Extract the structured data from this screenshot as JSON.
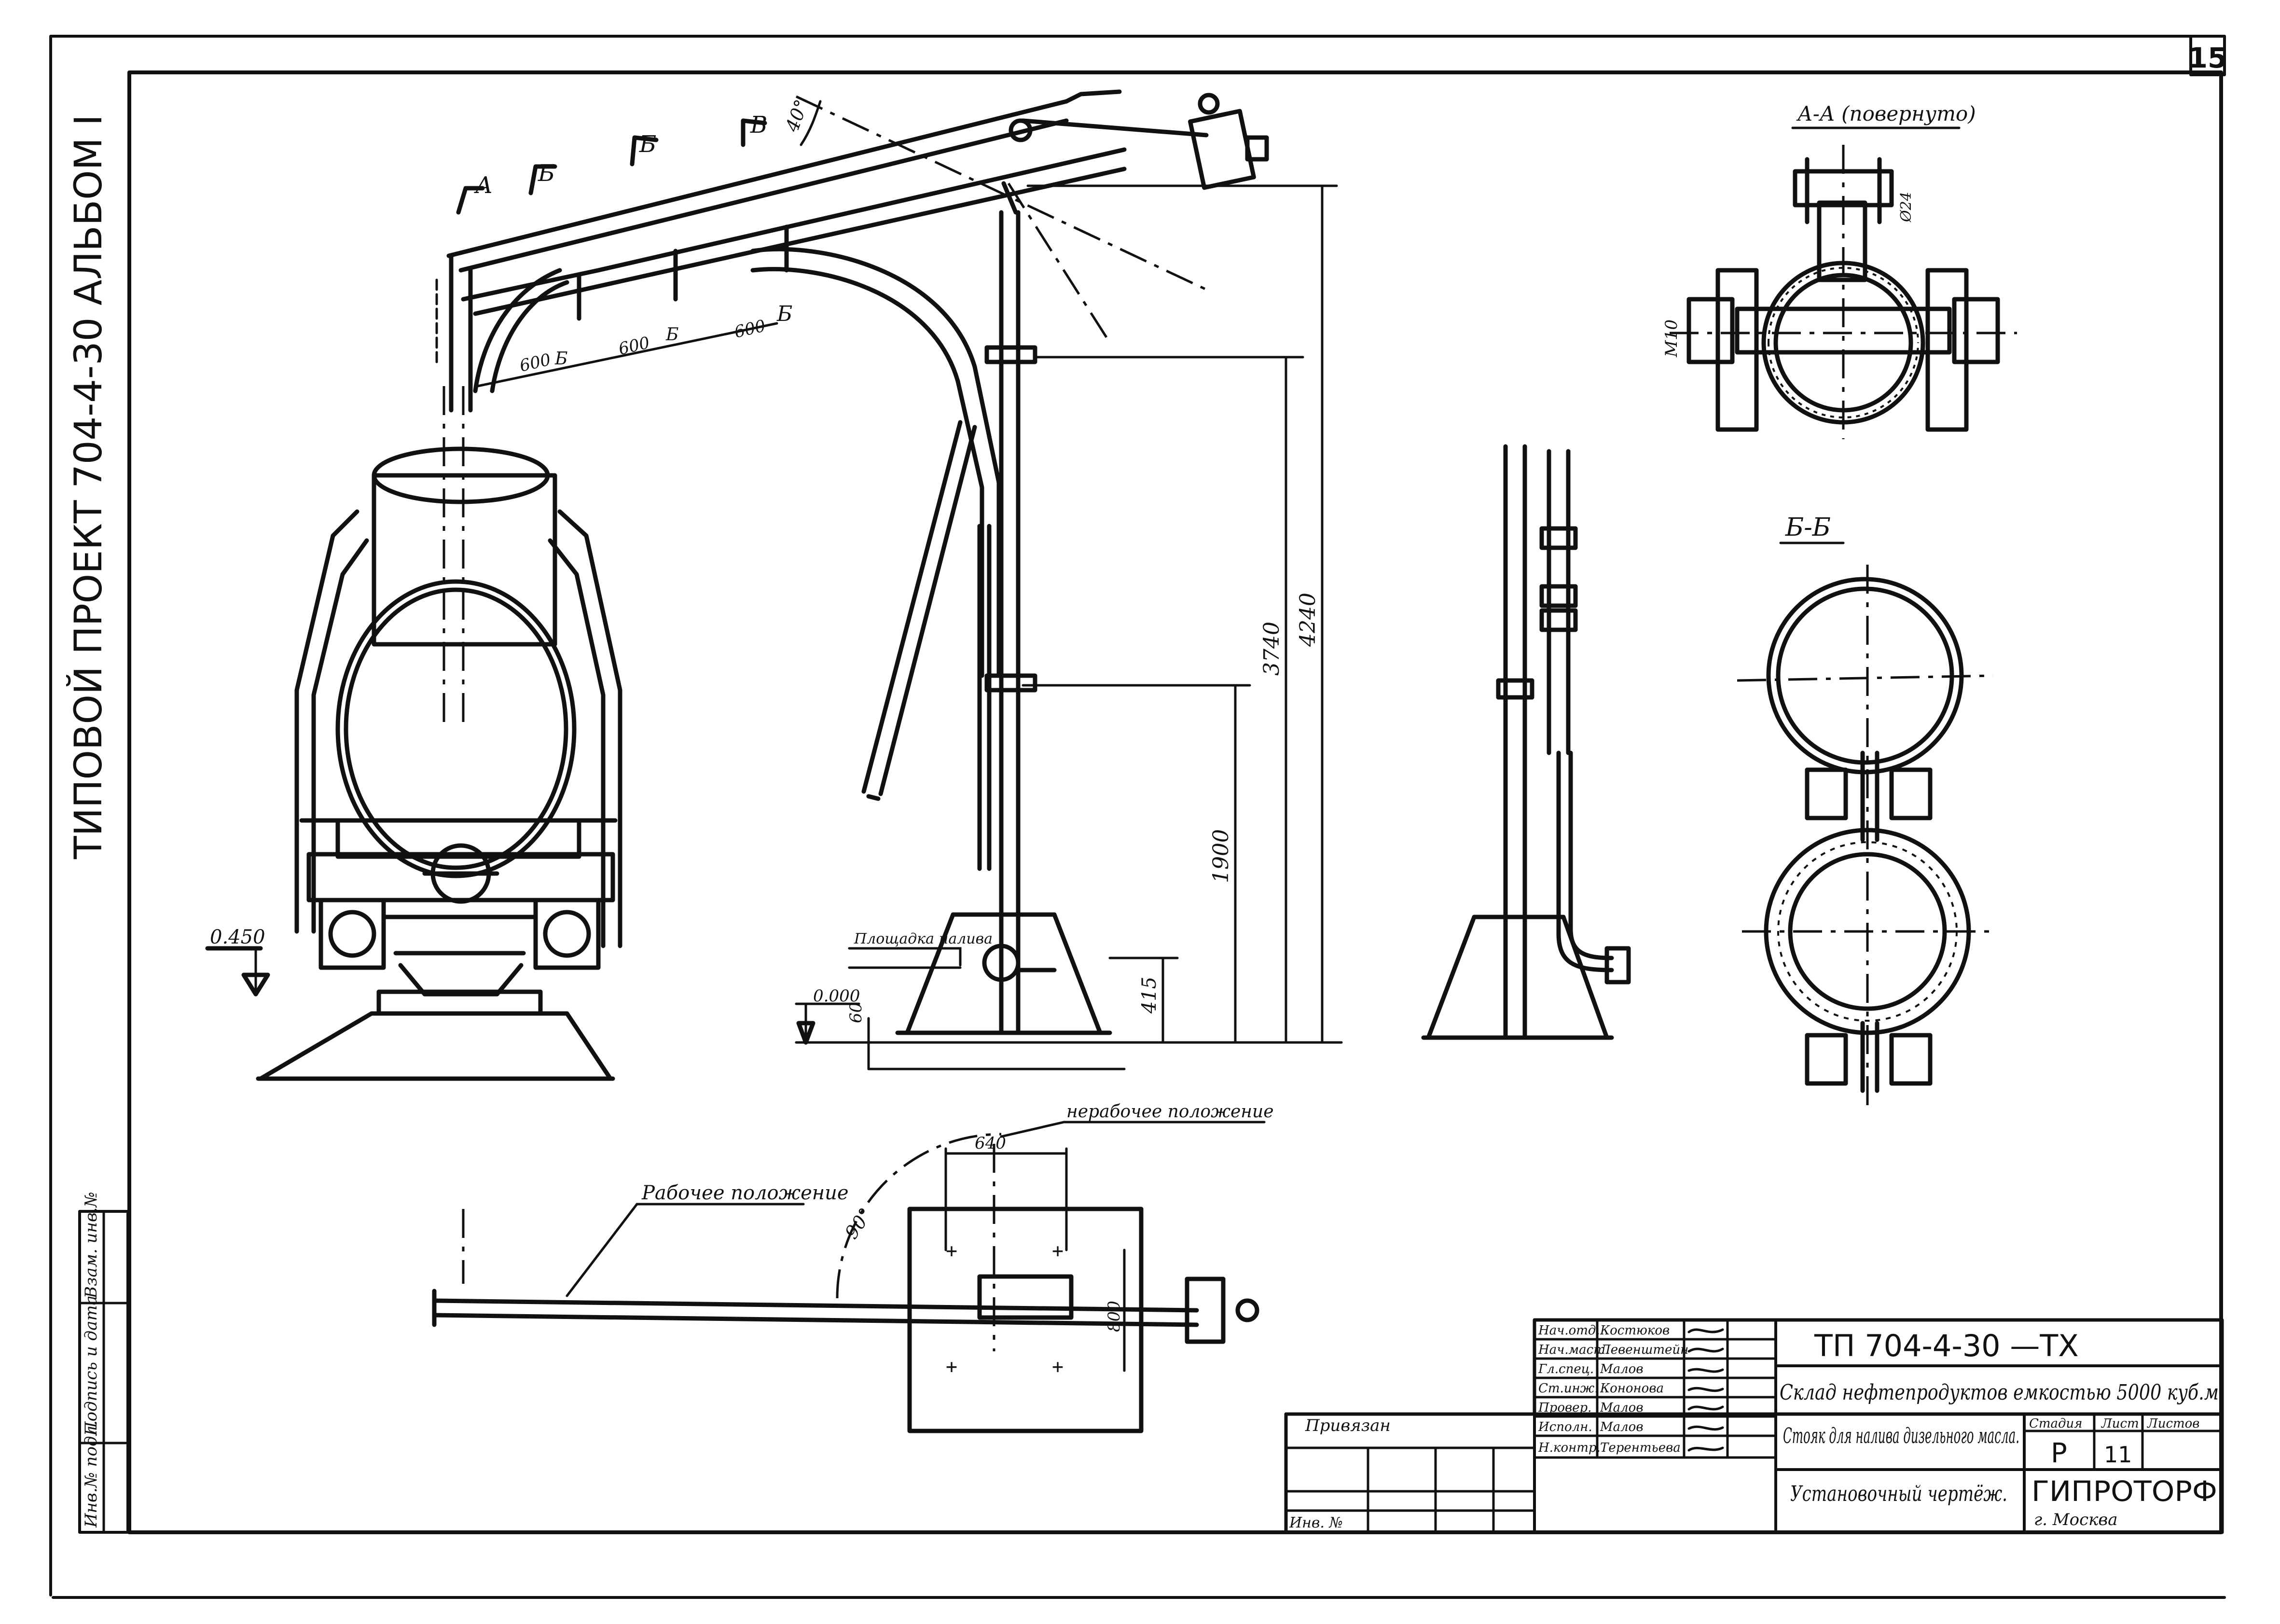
{
  "sheet": {
    "page_number": "15",
    "side_title": "ТИПОВОЙ ПРОЕКТ 704-4-30   АЛЬБОМ I"
  },
  "section_labels": {
    "aa": "А-А (повернуто)",
    "bb": "Б-Б"
  },
  "cut_marks": {
    "a": "А",
    "b": "Б",
    "v": "В"
  },
  "dimensions": {
    "d3740": "3740",
    "d4240": "4240",
    "d1900": "1900",
    "d415": "415",
    "d60": "60",
    "d600a": "600",
    "d600b": "600",
    "d600c": "600",
    "d640": "640",
    "d800": "800",
    "angle40": "40°",
    "angle90": "90°",
    "m10": "М10",
    "d24": "Ø24",
    "level_rail": "0.450",
    "level_ground": "0.000"
  },
  "plan_labels": {
    "working": "Рабочее положение",
    "nonworking": "нерабочее положение",
    "platform": "Площадка налива"
  },
  "title_block": {
    "code": "ТП   704-4-30 —ТХ",
    "project_name": "Склад нефтепродуктов емкостью 5000 куб.м",
    "drawing_name": "Стояк для налива дизельного масла.",
    "sheet_title": "Установочный чертёж.",
    "stage_header": "Стадия",
    "sheet_header": "Лист",
    "sheets_header": "Листов",
    "stage": "Р",
    "sheet_no": "11",
    "org": "ГИПРОТОРФ",
    "city": "г. Москва",
    "binding_label": "Привязан",
    "inv_label": "Инв. №"
  },
  "signatures": [
    {
      "role": "Нач.отд.",
      "name": "Костюков"
    },
    {
      "role": "Нач.маст.",
      "name": "Левенштейн"
    },
    {
      "role": "Гл.спец.",
      "name": "Малов"
    },
    {
      "role": "Ст.инж.",
      "name": "Кононова"
    },
    {
      "role": "Провер.",
      "name": "Малов"
    },
    {
      "role": "Исполн.",
      "name": "Малов"
    },
    {
      "role": "Н.контр.",
      "name": "Терентьева"
    }
  ],
  "left_strip": {
    "inv_podl": "Инв.№ подл.",
    "podp_data": "Подпись и дата",
    "vzam_inv": "Взам. инв.№"
  }
}
